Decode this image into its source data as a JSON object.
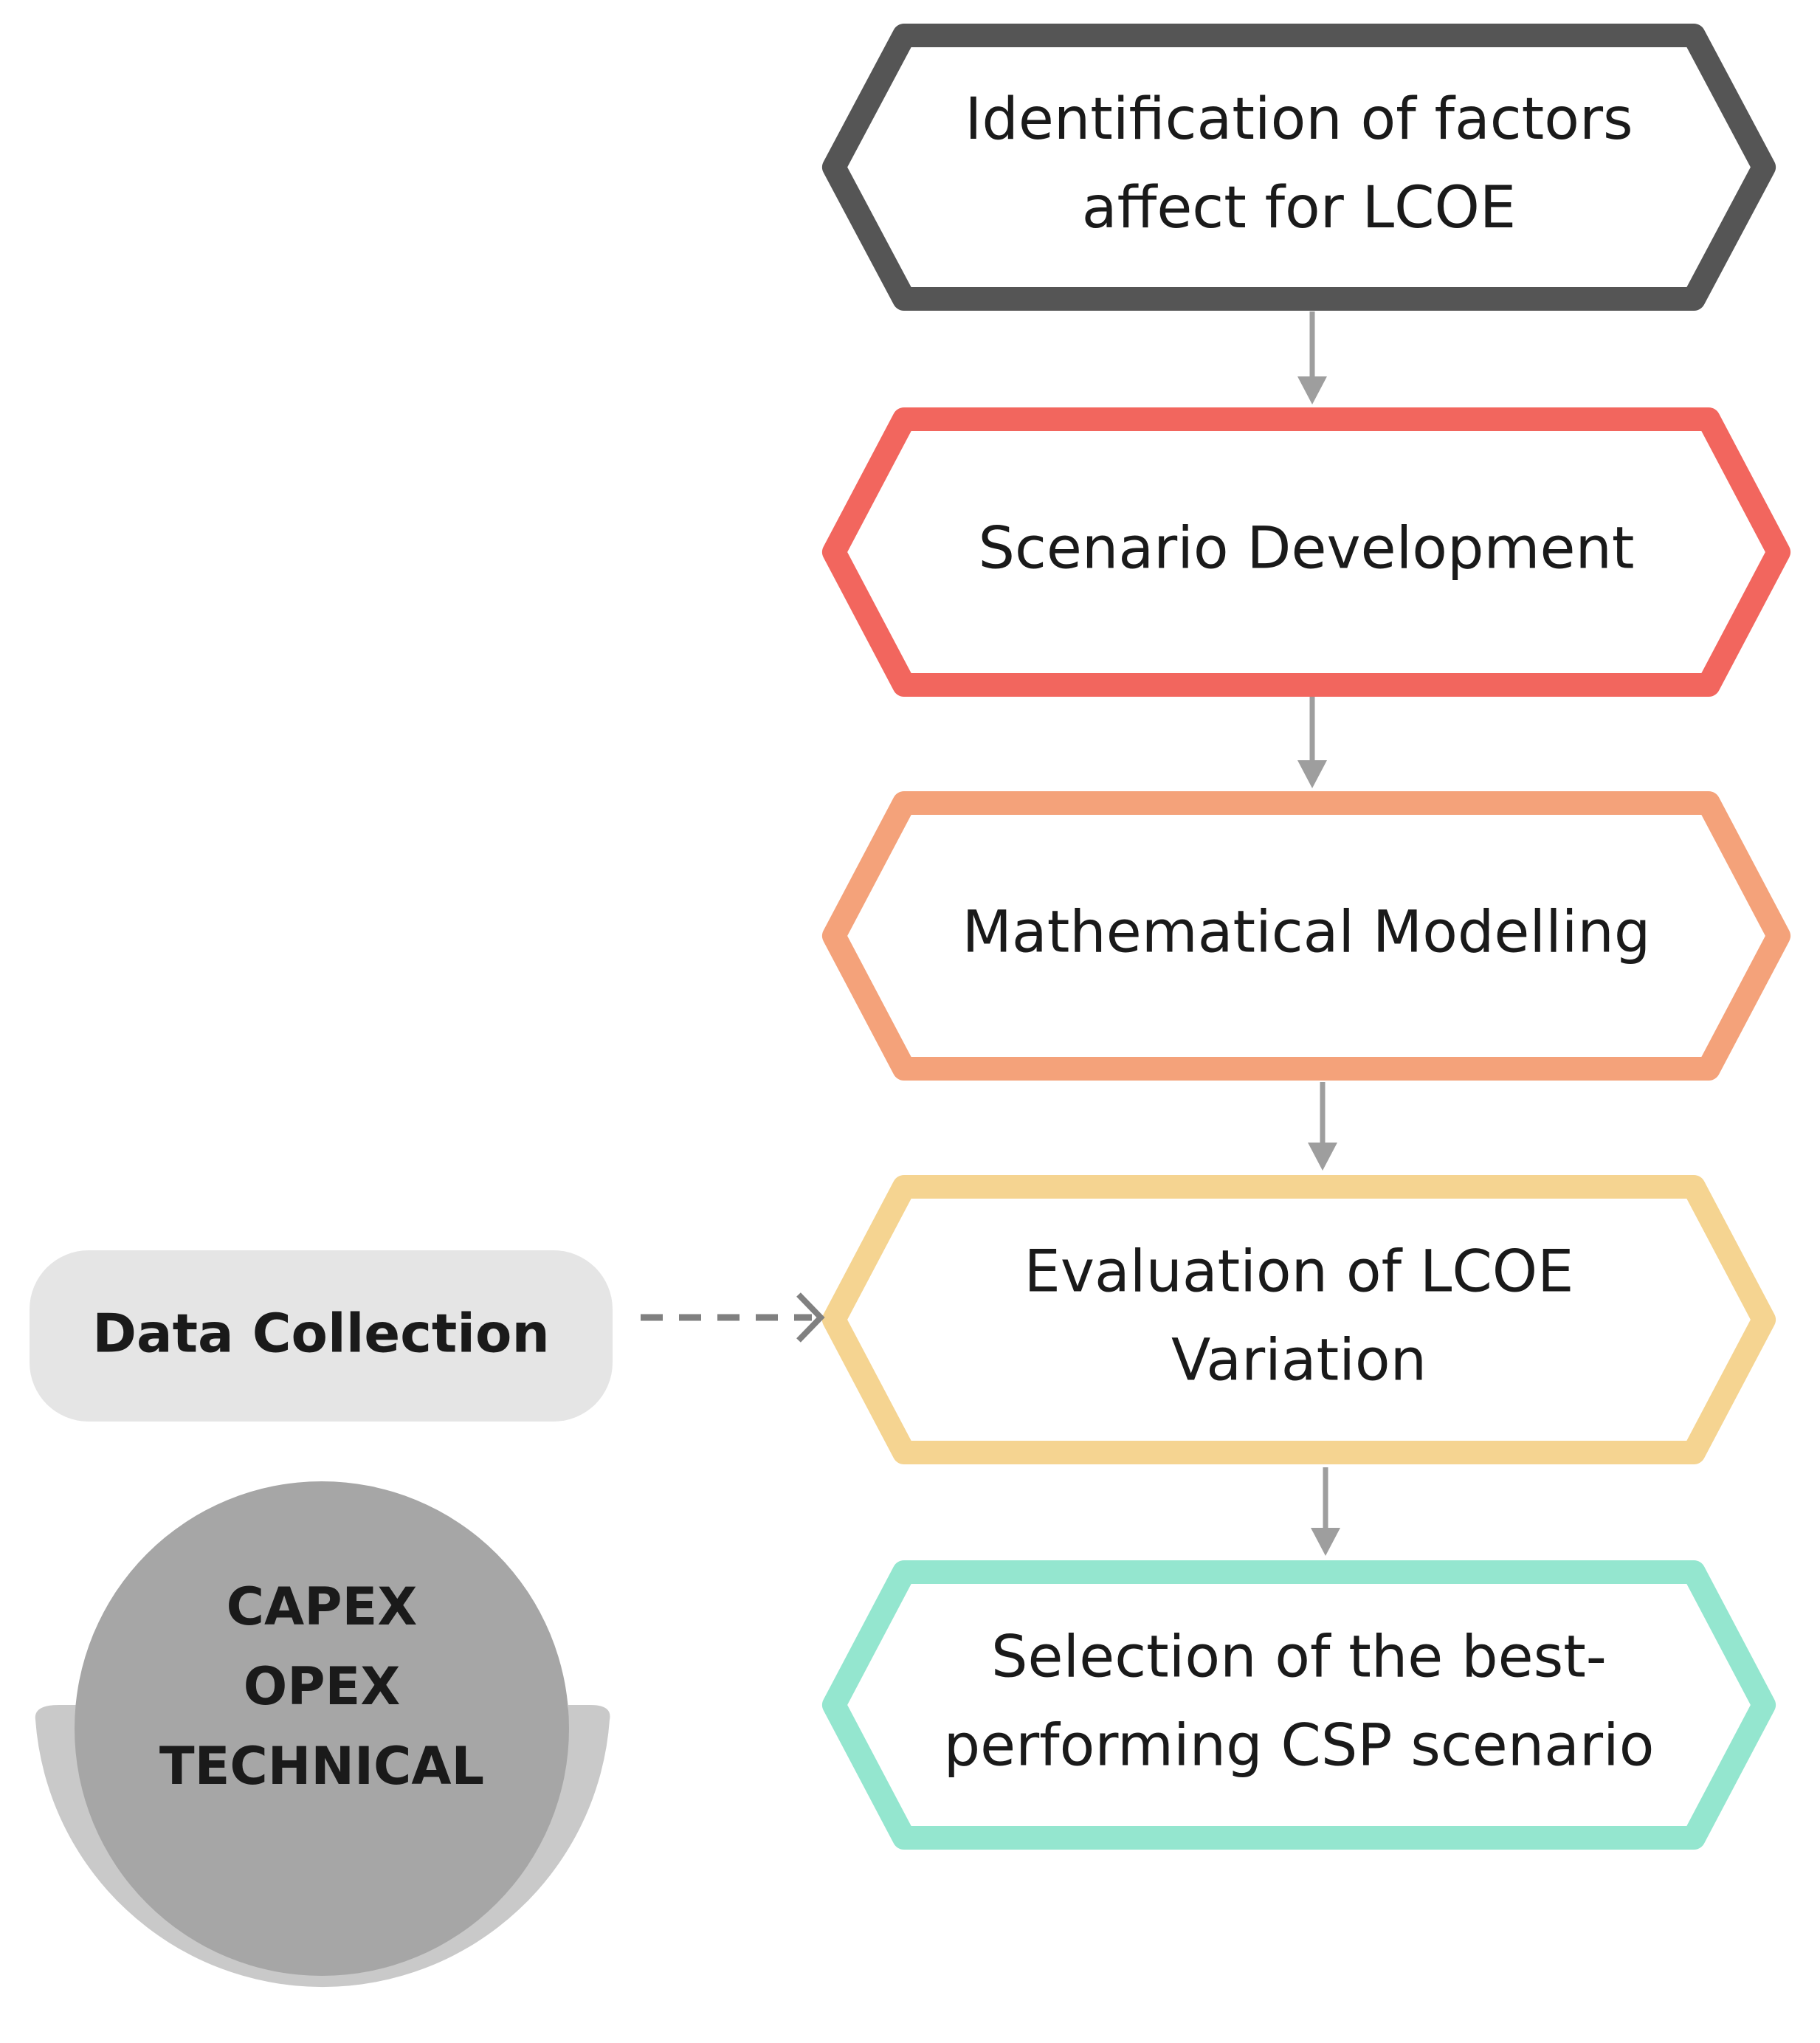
{
  "steps": [
    {
      "id": "step-identification",
      "lines": [
        "Identification of factors",
        "affect for LCOE"
      ],
      "color": "#555555"
    },
    {
      "id": "step-scenario",
      "lines": [
        "Scenario Development"
      ],
      "color": "#F2665E"
    },
    {
      "id": "step-modelling",
      "lines": [
        "Mathematical Modelling"
      ],
      "color": "#F4A27A"
    },
    {
      "id": "step-evaluation",
      "lines": [
        "Evaluation of LCOE",
        "Variation"
      ],
      "color": "#F5D491"
    },
    {
      "id": "step-selection",
      "lines": [
        "Selection of the best-",
        "performing CSP scenario"
      ],
      "color": "#94E6CF"
    }
  ],
  "data_collection": {
    "label": "Data Collection",
    "color": "#E5E5E5"
  },
  "inputs": {
    "lines": [
      "CAPEX",
      "OPEX",
      "TECHNICAL"
    ],
    "circle_color": "#A6A6A6",
    "shadow_color": "#C9C9C9"
  },
  "connector_color": "#9E9E9E",
  "dashed_color": "#808080"
}
